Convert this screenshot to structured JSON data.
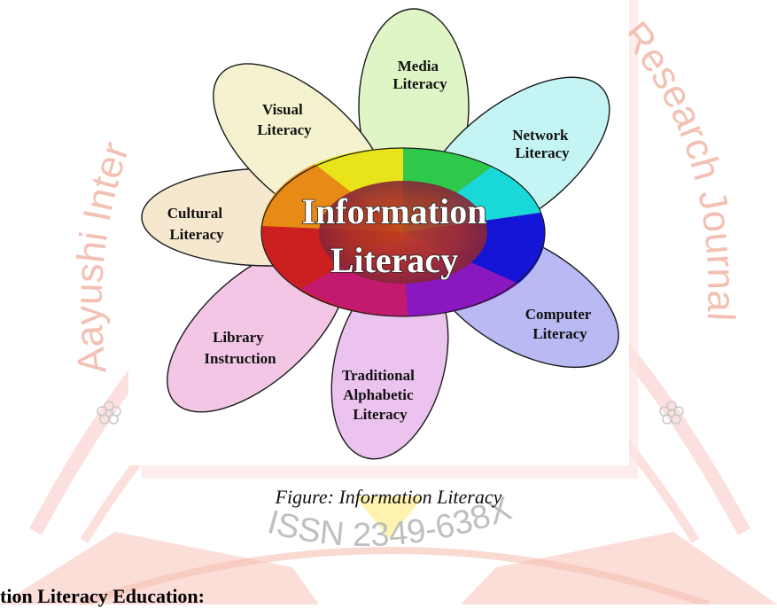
{
  "watermark": {
    "left_arc": "Aayushi Inter",
    "right_arc": "Research Journal",
    "issn": "ISSN 2349-638X",
    "flower_icon_left": "flower-icon",
    "flower_icon_right": "flower-icon",
    "colors": {
      "text": "#f2b7a7",
      "band": "#fcdcdc",
      "issn": "#b9b9b9"
    }
  },
  "diagram": {
    "center_label_line1": "Information",
    "center_label_line2": "Literacy",
    "petals": [
      {
        "line1": "Media",
        "line2": "Literacy",
        "line3": "",
        "color": "#dff5c6"
      },
      {
        "line1": "Network",
        "line2": "Literacy",
        "line3": "",
        "color": "#c4f5f4"
      },
      {
        "line1": "Computer",
        "line2": "Literacy",
        "line3": "",
        "color": "#b9b9f3"
      },
      {
        "line1": "Traditional",
        "line2": "Alphabetic",
        "line3": "Literacy",
        "color": "#ecc2ee"
      },
      {
        "line1": "Library",
        "line2": "Instruction",
        "line3": "",
        "color": "#f3c6e6"
      },
      {
        "line1": "Cultural",
        "line2": "Literacy",
        "line3": "",
        "color": "#f5e8cf"
      },
      {
        "line1": "Visual",
        "line2": "Literacy",
        "line3": "",
        "color": "#f5f3cf"
      }
    ]
  },
  "caption": "Figure: Information Literacy",
  "heading": "tion Literacy Education:"
}
